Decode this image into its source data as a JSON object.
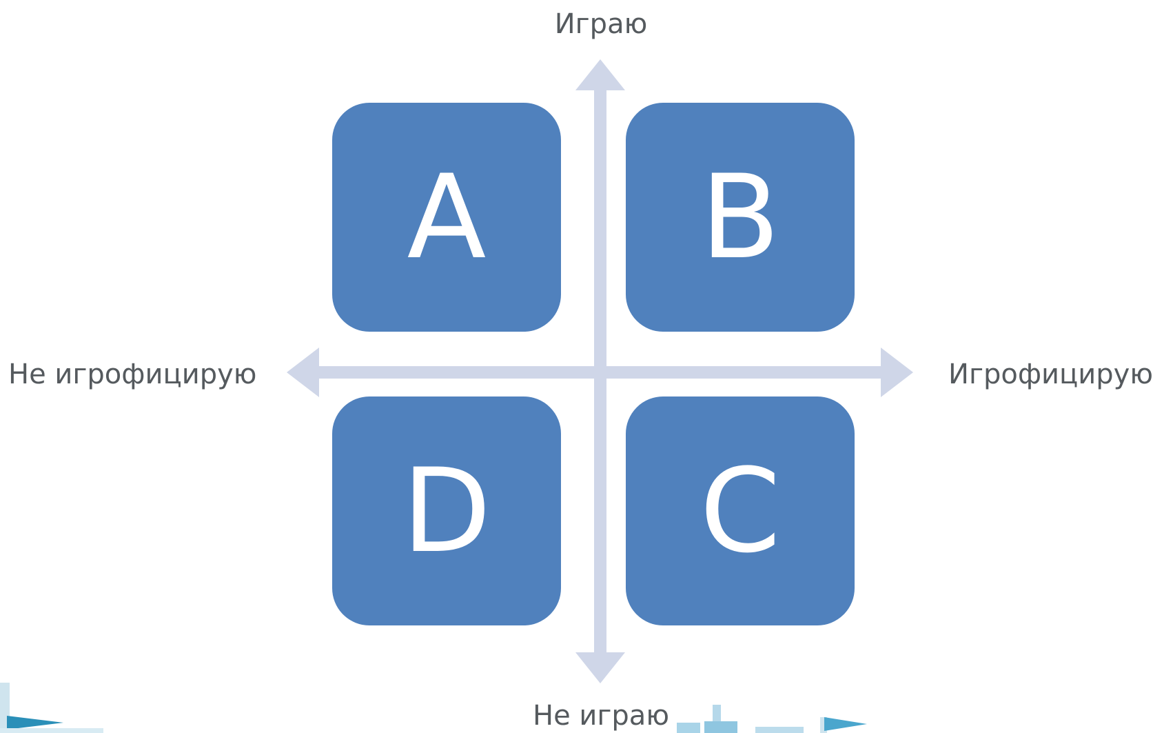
{
  "axes": {
    "top_label": "Играю",
    "bottom_label": "Не играю",
    "left_label": "Не игрофицирую",
    "right_label": "Игрофицирую"
  },
  "quadrants": {
    "top_left": "A",
    "top_right": "B",
    "bottom_right": "C",
    "bottom_left": "D"
  },
  "colors": {
    "quadrant_fill": "#5081bd",
    "axis_arrow": "#cfd6e8",
    "label_text": "#555a5e",
    "decoration_teal": "#2a8fb8"
  }
}
